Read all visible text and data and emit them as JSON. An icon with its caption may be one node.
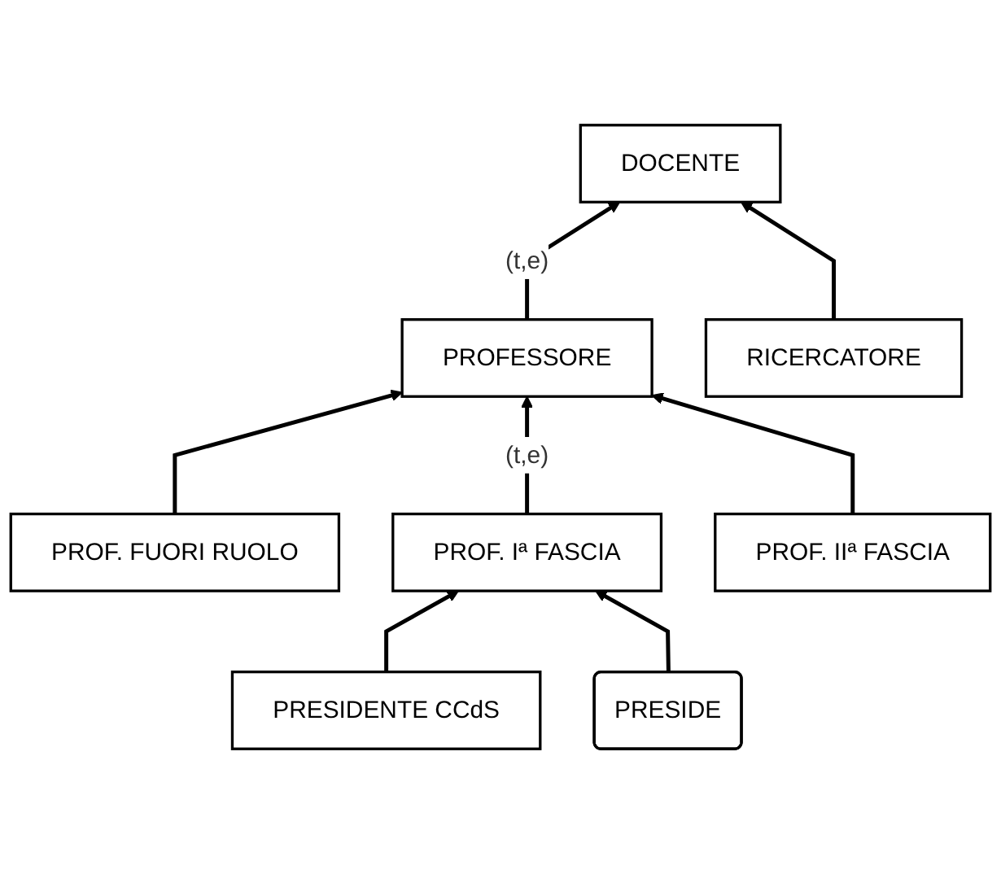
{
  "diagram": {
    "nodes": [
      {
        "text": [
          "DOCENTE"
        ]
      },
      {
        "text": [
          "PROFESSORE"
        ]
      },
      {
        "text": [
          "RICERCATORE"
        ]
      },
      {
        "text": [
          "PROF. FUORI RUOLO"
        ]
      },
      {
        "text": [
          "PROF. Iª FASCIA"
        ]
      },
      {
        "text": [
          "PROF. IIª FASCIA"
        ]
      },
      {
        "text": [
          "PRESIDENTE CCdS"
        ]
      },
      {
        "text": [
          "PRESIDE"
        ]
      }
    ],
    "edges": [
      {
        "from": 1,
        "to": 0,
        "arrow": "to",
        "label": "(t,e)"
      },
      {
        "from": 2,
        "to": 0,
        "arrow": "to"
      },
      {
        "from": 3,
        "to": 1,
        "arrow": "to"
      },
      {
        "from": 4,
        "to": 1,
        "arrow": "to",
        "label": "(t,e)"
      },
      {
        "from": 5,
        "to": 1,
        "arrow": "to"
      },
      {
        "from": 6,
        "to": 4,
        "arrow": "to"
      },
      {
        "from": 7,
        "to": 4,
        "arrow": "to"
      }
    ]
  }
}
